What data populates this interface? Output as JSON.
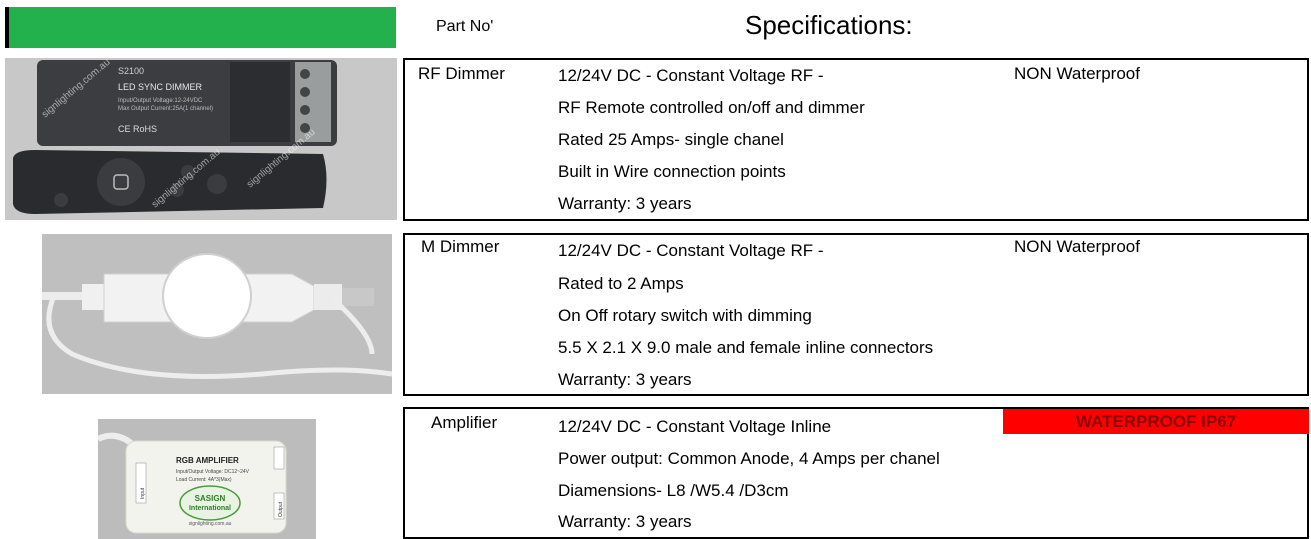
{
  "header": {
    "part_no_label": "Part No'",
    "specs_label": "Specifications:"
  },
  "products": [
    {
      "part_no": "RF Dimmer",
      "waterproof": "NON Waterproof",
      "specs": [
        "12/24V DC - Constant Voltage RF -",
        "RF Remote controlled on/off and dimmer",
        "Rated 25 Amps- single chanel",
        "Built in Wire connection points",
        "Warranty: 3 years"
      ],
      "image_text": {
        "model": "S2100",
        "title": "LED SYNC DIMMER",
        "line1": "Input/Output Voltage:12-24VDC",
        "line2": "Max Output Current:25A(1 channel)",
        "cert": "CE RoHS",
        "watermark": "signlighting.com.au"
      }
    },
    {
      "part_no": "M Dimmer",
      "waterproof": "NON Waterproof",
      "specs": [
        "12/24V DC - Constant Voltage RF -",
        "Rated to 2 Amps",
        "On Off rotary switch with dimming",
        "5.5 X 2.1 X 9.0 male and female inline connectors",
        "Warranty: 3 years"
      ]
    },
    {
      "part_no": "Amplifier",
      "waterproof": "WATERPROOF IP67",
      "specs": [
        "12/24V DC - Constant Voltage Inline",
        "Power output: Common Anode,  4 Amps per chanel",
        "Diamensions- L8 /W5.4 /D3cm",
        "Warranty: 3 years"
      ],
      "image_text": {
        "title": "RGB AMPLIFIER",
        "line1": "Input/Output Voltage: DC12~24V",
        "line2": "Load Current: 4A*3(Max)",
        "input": "Input",
        "output": "Output",
        "brand1": "SASIGN",
        "brand2": "International",
        "site": "signlighting.com.au"
      }
    }
  ],
  "colors": {
    "header_bar": "#22b14c",
    "waterproof_badge": "#ff0000",
    "waterproof_text": "#8b0000"
  }
}
